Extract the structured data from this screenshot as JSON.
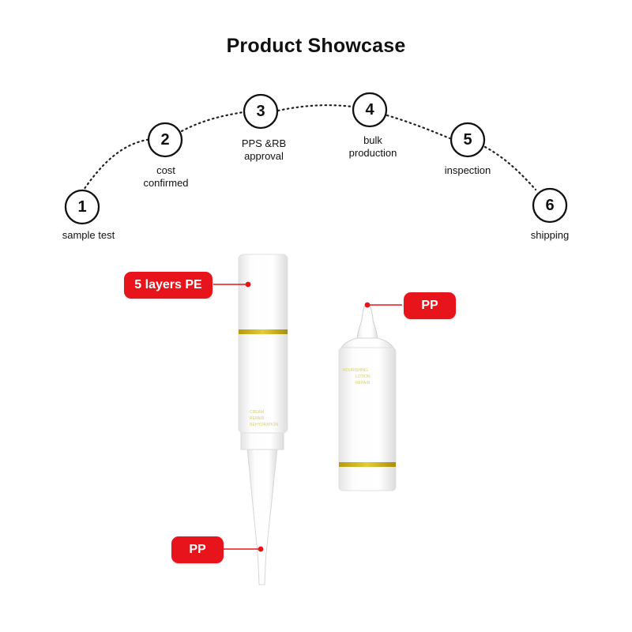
{
  "title": "Product Showcase",
  "steps": [
    {
      "number": "1",
      "label_lines": [
        "sample test"
      ]
    },
    {
      "number": "2",
      "label_lines": [
        "cost",
        "confirmed"
      ]
    },
    {
      "number": "3",
      "label_lines": [
        "PPS &RB",
        "approval"
      ]
    },
    {
      "number": "4",
      "label_lines": [
        "bulk",
        "production"
      ]
    },
    {
      "number": "5",
      "label_lines": [
        "inspection"
      ]
    },
    {
      "number": "6",
      "label_lines": [
        "shipping"
      ]
    }
  ],
  "tags": {
    "body_material": "5 layers PE",
    "nozzle_left": "PP",
    "cap_right": "PP"
  },
  "colors": {
    "tag_red": "#e8141b",
    "gold_band": "#c9b417",
    "tube_white": "#fbfbfb"
  }
}
